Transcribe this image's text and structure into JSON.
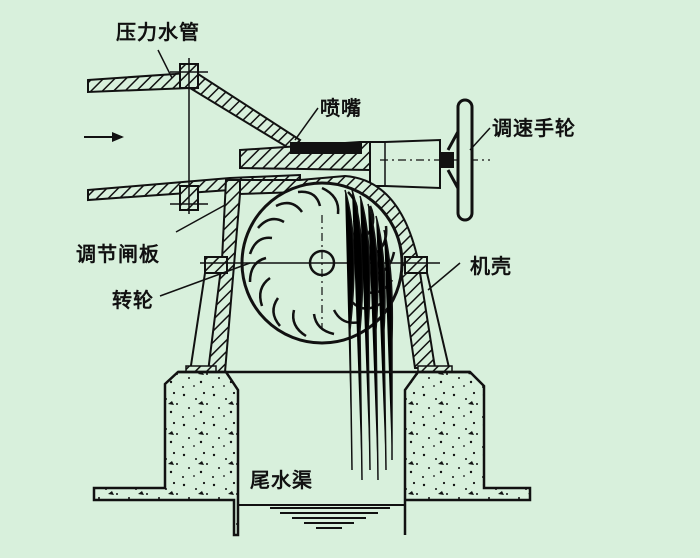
{
  "diagram": {
    "type": "impulse-water-turbine-schematic",
    "background_color": "#d8f0dc",
    "ink_color": "#111111",
    "labels": {
      "penstock": "压力水管",
      "nozzle": "喷嘴",
      "speed_handwheel": "调速手轮",
      "regulating_gate": "调节闸板",
      "runner": "转轮",
      "casing": "机壳",
      "tailrace": "尾水渠"
    },
    "flow_arrow": "right-arrow"
  }
}
